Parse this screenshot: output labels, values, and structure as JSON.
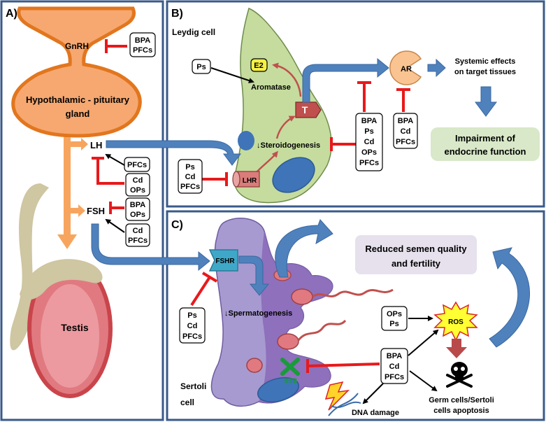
{
  "panels": {
    "a": "A)",
    "b": "B)",
    "c": "C)"
  },
  "panel_a": {
    "gnrh": "GnRH",
    "gnrh_inhibitors": [
      "BPA",
      "PFCs"
    ],
    "hypothalamus_line1": "Hypothalamic - pituitary",
    "hypothalamus_line2": "gland",
    "lh": "LH",
    "fsh": "FSH",
    "lh_inhibitor_pfcs": [
      "PFCs"
    ],
    "lh_inhibitor_cd_ops": [
      "Cd",
      "OPs"
    ],
    "fsh_inhibitor_bpa_ops": [
      "BPA",
      "OPs"
    ],
    "fsh_inhibitor_cd_pfcs": [
      "Cd",
      "PFCs"
    ],
    "testis": "Testis"
  },
  "panel_b": {
    "cell": "Leydig cell",
    "ps": "Ps",
    "e2": "E2",
    "aromatase": "Aromatase",
    "t": "T",
    "steroidogenesis": "↓Steroidogenesis",
    "lhr": "LHR",
    "lhr_inhibitors": [
      "Ps",
      "Cd",
      "PFCs"
    ],
    "steroid_inhibitors": [
      "BPA",
      "Ps",
      "Cd",
      "OPs",
      "PFCs"
    ],
    "ar": "AR",
    "ar_inhibitors": [
      "BPA",
      "Cd",
      "PFCs"
    ],
    "systemic_line1": "Systemic effects",
    "systemic_line2": "on target tissues",
    "impairment_line1": "Impairment of",
    "impairment_line2": "endocrine function"
  },
  "panel_c": {
    "fshr": "FSHR",
    "fshr_inhibitors": [
      "Ps",
      "Cd",
      "PFCs"
    ],
    "spermatogenesis": "↓Spermatogenesis",
    "semen_line1": "Reduced semen quality",
    "semen_line2": "and fertility",
    "ops_ps": [
      "OPs",
      "Ps"
    ],
    "ros": "ROS",
    "bpa_cd_pfcs": [
      "BPA",
      "Cd",
      "PFCs"
    ],
    "btb": "BTB",
    "dna": "DNA damage",
    "apoptosis_line1": "Germ cells/Sertoli",
    "apoptosis_line2": "cells apoptosis",
    "sertoli_line1": "Sertoli",
    "sertoli_line2": "cell"
  },
  "colors": {
    "panel_border": "#3a5a8a",
    "hypothalamus_fill": "#f6a870",
    "hypothalamus_stroke": "#e2761e",
    "orange_arrow": "#f7a55e",
    "blue_arrow": "#4f81bd",
    "inhibit_red": "#e8191c",
    "leydig_fill": "#c5dc9e",
    "sertoli_fill": "#a79ad0",
    "sertoli_dark": "#8a69b8",
    "testis_fill": "#e07a80",
    "epididymis": "#cfc6a2",
    "impair_box": "#d8e8c8",
    "semen_box": "#e6e1ec",
    "e2_fill": "#f6f045",
    "t_fill": "#c0504d",
    "ar_fill": "#f9c491",
    "ros_fill": "#ffff33",
    "dark_red_arrow": "#b84a4a"
  }
}
